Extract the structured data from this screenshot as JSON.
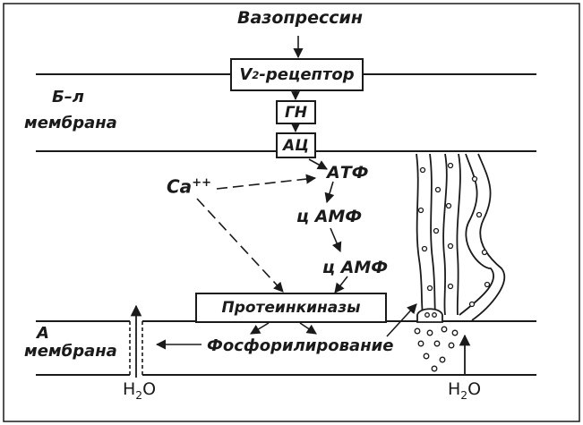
{
  "hormone": "Вазопрессин",
  "receptor": {
    "prefix": "V",
    "sub": "2",
    "suffix": "-рецептор"
  },
  "gn": "ГН",
  "ac": "АЦ",
  "bl_membrane": {
    "line1": "Б–л",
    "line2": "мембрана"
  },
  "a_membrane": {
    "line1": "А",
    "line2": "мембрана"
  },
  "calcium": {
    "base": "Ca",
    "charge": "++"
  },
  "atp": "АТФ",
  "camp_1": "ц АМФ",
  "camp_2": "ц АМФ",
  "protein_kinases": "Протеинкиназы",
  "phosphorylation": "Фосфорилирование",
  "water_left": {
    "base": "H",
    "sub": "2",
    "tail": "O"
  },
  "water_right": {
    "base": "H",
    "sub": "2",
    "tail": "O"
  }
}
